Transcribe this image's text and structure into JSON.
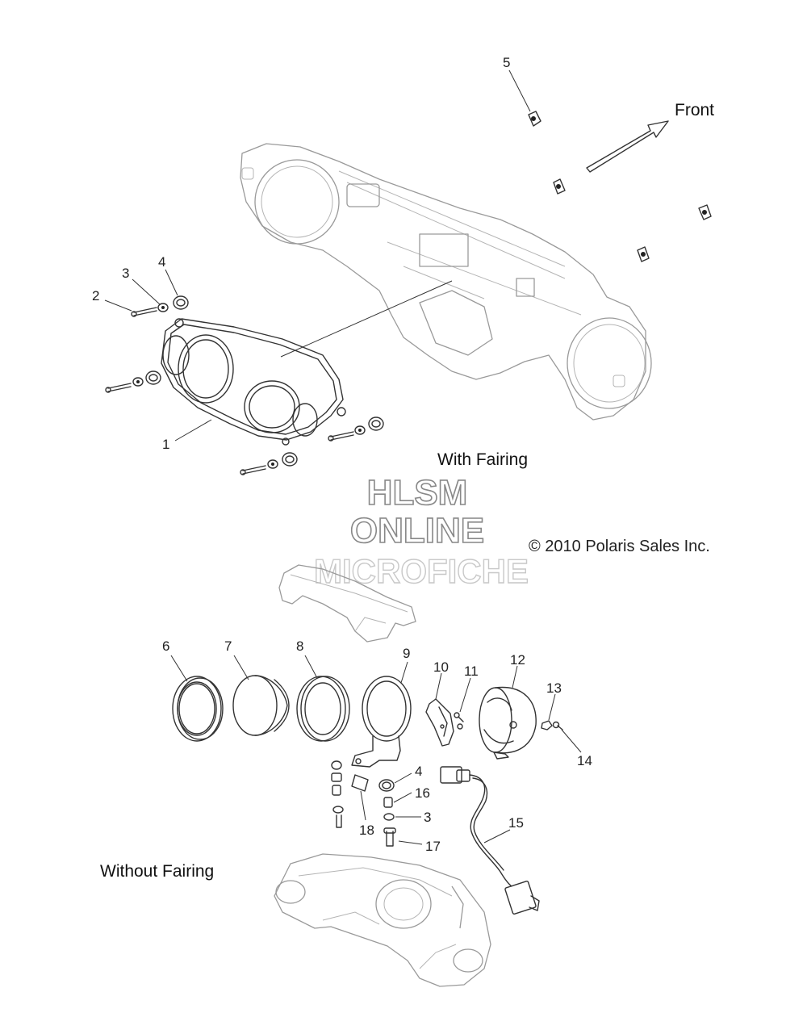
{
  "labels": {
    "front": "Front",
    "with_fairing": "With Fairing",
    "without_fairing": "Without Fairing",
    "copyright": "© 2010 Polaris Sales Inc."
  },
  "watermark": {
    "line1": "HLSM",
    "line2": "ONLINE",
    "line3": "MICROFICHE"
  },
  "callouts": [
    "1",
    "2",
    "3",
    "4",
    "5",
    "6",
    "7",
    "8",
    "9",
    "10",
    "11",
    "12",
    "13",
    "14",
    "15",
    "16",
    "17",
    "18",
    "4",
    "3"
  ],
  "colors": {
    "line": "#333333",
    "ghost": "#9a9a9a",
    "watermark": "#888888",
    "background": "#ffffff"
  }
}
